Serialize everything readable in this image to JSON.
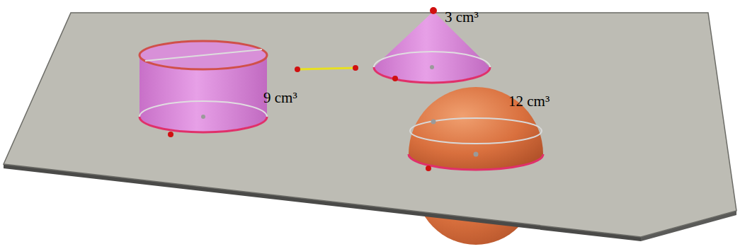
{
  "diagram": {
    "labels": [
      "9 cm³",
      "3 cm³",
      "12 cm³"
    ]
  }
}
